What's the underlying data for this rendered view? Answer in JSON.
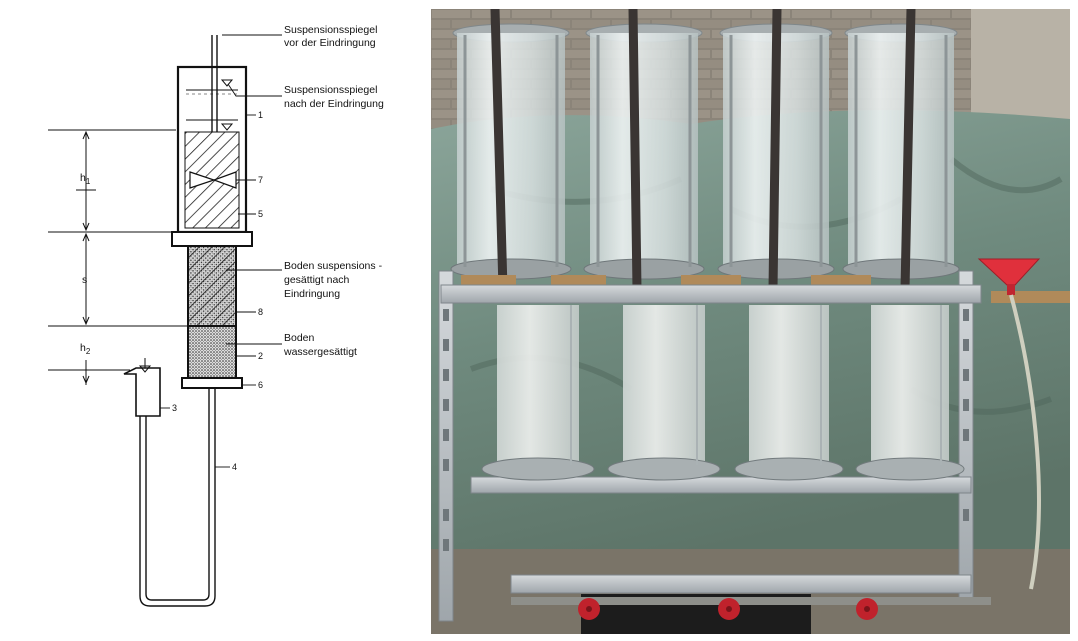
{
  "diagram": {
    "labels": {
      "level_before_1": "Suspensionsspiegel",
      "level_before_2": "vor der Eindringung",
      "level_after_1": "Suspensionsspiegel",
      "level_after_2": "nach der Eindringung",
      "soil_saturated_1": "Boden suspensions -",
      "soil_saturated_2": "gesättigt nach",
      "soil_saturated_3": "Eindringung",
      "soil_water_1": "Boden",
      "soil_water_2": "wassergesättigt"
    },
    "dimensions": {
      "h1": "h",
      "h1_sub": "1",
      "s": "s",
      "h2": "h",
      "h2_sub": "2"
    },
    "part_numbers": {
      "n1": "1",
      "n7": "7",
      "n5": "5",
      "n8": "8",
      "n2": "2",
      "n6": "6",
      "n3": "3",
      "n4": "4"
    }
  },
  "photo": {
    "subject": "four-column-apparatus",
    "colors": {
      "background": "#5c6a62",
      "tarp": "#7d9488",
      "brick": "#8a8378",
      "steel_frame": "#b9bec2",
      "cylinder_glass": "#dfe6e6",
      "funnel": "#e0303c",
      "valve": "#c0222c"
    }
  }
}
